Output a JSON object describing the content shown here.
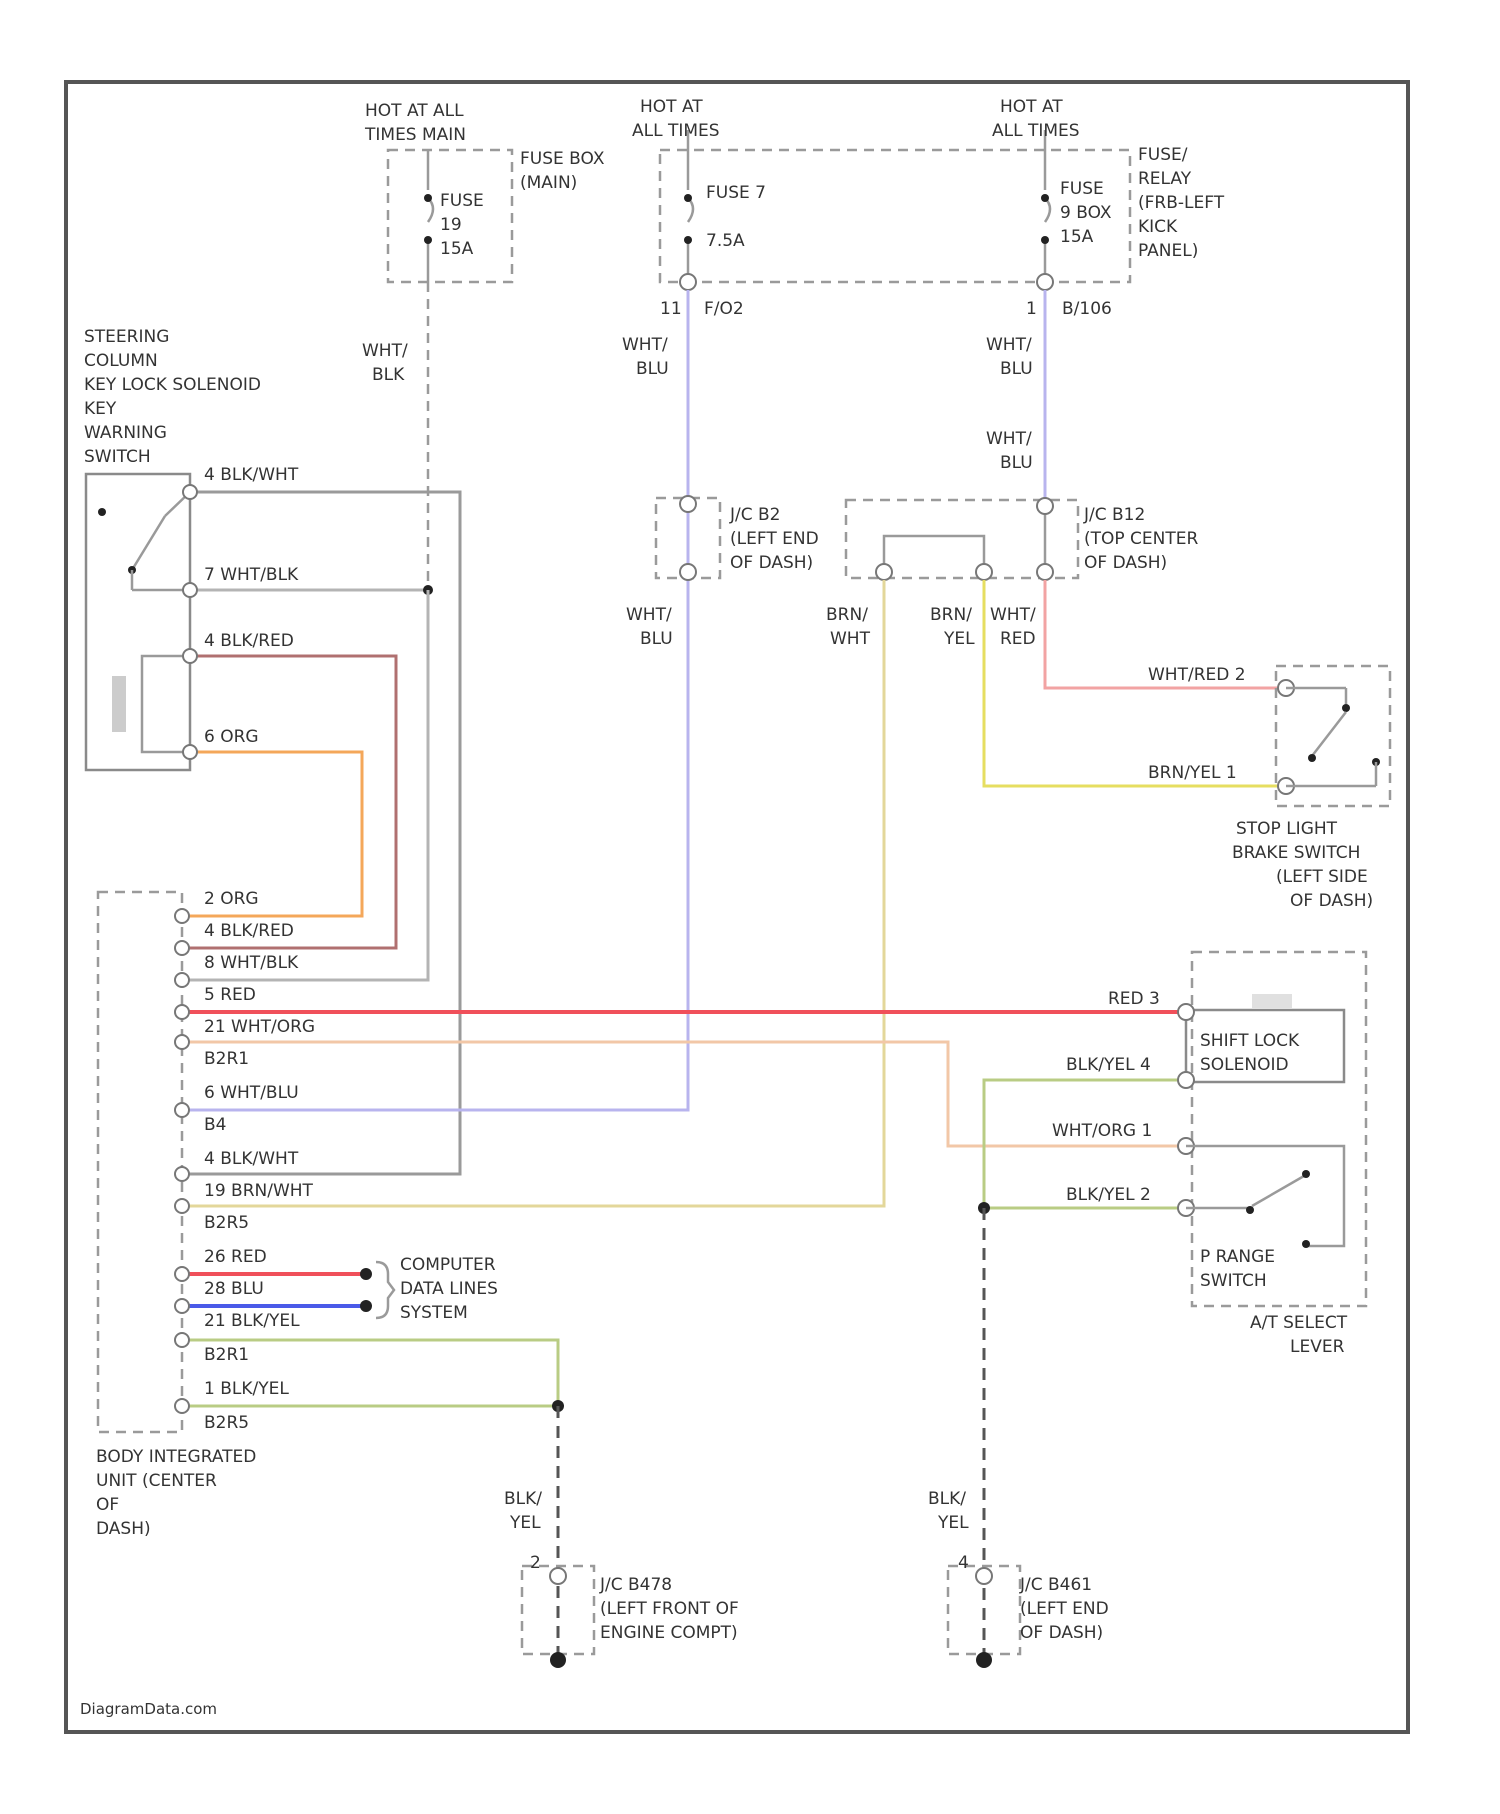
{
  "colors": {
    "wht_blu": "#b8b4ee",
    "wht_blk": "#b4b4b4",
    "blk_red": "#b07070",
    "org": "#f4a75a",
    "red": "#f0505a",
    "wht_org": "#f2c7a7",
    "blk_wht": "#9a9a9a",
    "brn_wht": "#e3d79a",
    "brn_yel": "#e6de60",
    "blk_yel": "#b9cc84",
    "wht_red": "#f2a3a3",
    "blu": "#4a5ae8"
  },
  "power": {
    "main_hot": [
      "HOT AT ALL",
      "TIMES MAIN"
    ],
    "hot1": [
      "HOT AT",
      "ALL TIMES"
    ],
    "hot2": [
      "HOT AT",
      "ALL TIMES"
    ]
  },
  "fuses": {
    "f1": {
      "line1": "FUSE",
      "line2": "19",
      "line3": "15A"
    },
    "box1": [
      "FUSE BOX",
      "(MAIN)"
    ],
    "f2": {
      "line1": "FUSE 7",
      "line2": "7.5A"
    },
    "f3": {
      "line1": "FUSE",
      "line2": "9 BOX",
      "line3": "15A"
    },
    "box2": [
      "FUSE/",
      "RELAY",
      "(FRB-LEFT",
      "KICK",
      "PANEL)"
    ],
    "conn_a": {
      "pin": "11",
      "name": "F/O2"
    },
    "conn_b": {
      "pin": "1",
      "name": "B/106"
    }
  },
  "wires": {
    "wht_blk_1": [
      "WHT/",
      "BLK"
    ],
    "wht_blu_1": [
      "WHT/",
      "BLU"
    ],
    "wht_blu_2": [
      "WHT/",
      "BLU"
    ],
    "wht_blu_3": [
      "WHT/",
      "BLU"
    ],
    "wht_blu_4": [
      "WHT/",
      "BLU"
    ],
    "brn_wht": [
      "BRN/",
      "WHT"
    ],
    "brn_yel": [
      "BRN/",
      "YEL"
    ],
    "wht_red": [
      "WHT/",
      "RED"
    ],
    "blk_yel_l": [
      "BLK/",
      "YEL"
    ],
    "blk_yel_r": [
      "BLK/",
      "YEL"
    ]
  },
  "switch_key": {
    "title": [
      "STEERING",
      "COLUMN",
      "KEY LOCK SOLENOID",
      "KEY",
      "WARNING",
      "SWITCH"
    ],
    "p1": "4  BLK/WHT",
    "p2": "7  WHT/BLK",
    "p3": "4  BLK/RED",
    "p4": "6  ORG"
  },
  "jc_b2": [
    "J/C B2",
    "(LEFT END",
    "OF DASH)"
  ],
  "jc_b12": [
    "J/C B12",
    "(TOP CENTER",
    "OF DASH)"
  ],
  "stop_switch": {
    "name": [
      "STOP LIGHT",
      "BRAKE SWITCH",
      "(LEFT SIDE",
      "OF DASH)"
    ],
    "p1": "WHT/RED  2",
    "p2": "BRN/YEL  1"
  },
  "bcm": {
    "name": [
      "BODY INTEGRATED",
      "UNIT (CENTER",
      "OF",
      "DASH)"
    ],
    "pins": [
      "2  ORG",
      "4  BLK/RED",
      "8  WHT/BLK",
      "5  RED",
      "21  WHT/ORG",
      "B2R1",
      "6  WHT/BLU",
      "B4",
      "4  BLK/WHT",
      "19  BRN/WHT",
      "B2R5",
      "26  RED",
      "28  BLU",
      "21  BLK/YEL",
      "B2R1",
      "1  BLK/YEL",
      "B2R5"
    ]
  },
  "data_lines": [
    "COMPUTER",
    "DATA LINES",
    "SYSTEM"
  ],
  "shift": {
    "red_pin": "RED  3",
    "blk_yel_pin": "BLK/YEL  4",
    "wht_org_pin": "WHT/ORG  1",
    "blk_yel_pin2": "BLK/YEL  2",
    "solenoid": [
      "SHIFT LOCK",
      "SOLENOID"
    ],
    "p_range": [
      "P RANGE",
      "SWITCH"
    ],
    "lever": [
      "A/T SELECT",
      "LEVER"
    ]
  },
  "ground1": {
    "pin": "2",
    "name": [
      "J/C B478",
      "(LEFT FRONT OF",
      "ENGINE COMPT)"
    ]
  },
  "ground2": {
    "pin": "4",
    "name": [
      "J/C B461",
      "(LEFT END",
      "OF DASH)"
    ]
  },
  "footer": "DiagramData.com"
}
